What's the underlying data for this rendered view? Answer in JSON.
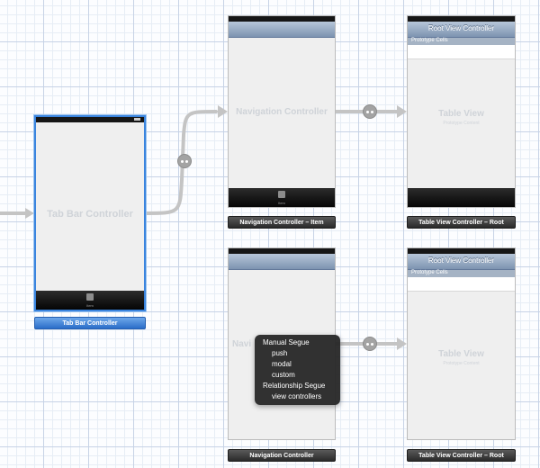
{
  "scenes": {
    "tab_bar_controller": {
      "title": "Tab Bar Controller",
      "tab_item": "Item",
      "label": "Tab Bar Controller"
    },
    "nav_controller_top": {
      "title": "Navigation Controller",
      "tab_item": "Item",
      "label": "Navigation Controller – Item"
    },
    "table_view_top": {
      "nav_title": "Root View Controller",
      "section": "Prototype Cells",
      "body_title": "Table View",
      "body_sub": "Prototype Content",
      "label": "Table View Controller – Root"
    },
    "nav_controller_bottom": {
      "title": "Navigation Controller",
      "visible_fragment": "Navi",
      "label": "Navigation Controller"
    },
    "table_view_bottom": {
      "nav_title": "Root View Controller",
      "section": "Prototype Cells",
      "body_title": "Table View",
      "body_sub": "Prototype Content",
      "label": "Table View Controller – Root"
    }
  },
  "segue_menu": {
    "manual_header": "Manual Segue",
    "manual_options": [
      "push",
      "modal",
      "custom"
    ],
    "relationship_header": "Relationship Segue",
    "relationship_options": [
      "view controllers"
    ]
  },
  "colors": {
    "selection": "#3a84de",
    "navbar": "#8fa3bd",
    "connector": "#bdbdbd"
  }
}
